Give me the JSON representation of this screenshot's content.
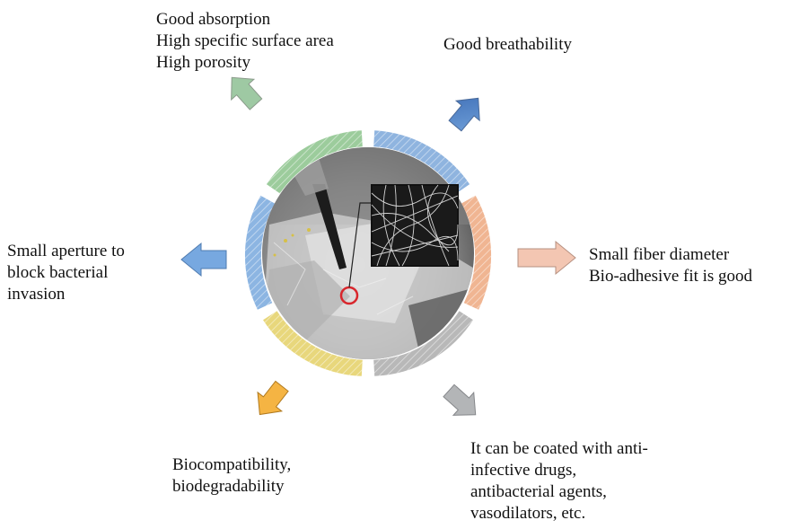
{
  "labels": {
    "top_left": [
      "Good absorption",
      "High specific surface area",
      "High porosity"
    ],
    "top_right": [
      "Good breathability"
    ],
    "left": [
      "Small aperture to",
      "block bacterial",
      "invasion"
    ],
    "right": [
      "Small fiber diameter",
      "Bio-adhesive fit is good"
    ],
    "bottom_left": [
      "Biocompatibility,",
      "biodegradability"
    ],
    "bottom_right": [
      "It can be coated with anti-",
      "infective drugs,",
      "antibacterial agents,",
      "vasodilators, etc."
    ]
  },
  "colors": {
    "green": "#9ccc9c",
    "blue_top": "#8fb4df",
    "orange": "#f0b592",
    "gray": "#b8b8b8",
    "yellow": "#e8d77c",
    "blue_left": "#8cb5e2",
    "arrow_green": "#9ec9a3",
    "arrow_blue_dark": "#5b86c8",
    "arrow_peach": "#f3c6b2",
    "arrow_gray": "#b3b5b7",
    "arrow_orange": "#f5b443",
    "arrow_blue_left": "#77a8e0",
    "inset_red": "#d8262c"
  }
}
